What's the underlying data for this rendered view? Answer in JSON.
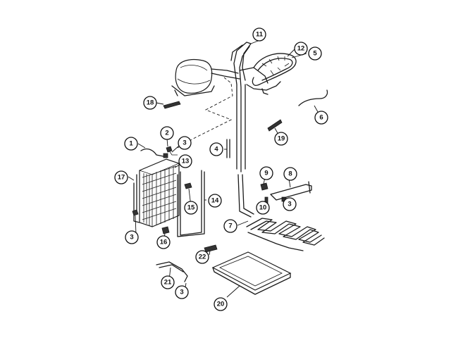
{
  "diagram": {
    "callouts": [
      {
        "id": "c1",
        "label": "1"
      },
      {
        "id": "c2",
        "label": "2"
      },
      {
        "id": "c3a",
        "label": "3"
      },
      {
        "id": "c3b",
        "label": "3"
      },
      {
        "id": "c3c",
        "label": "3"
      },
      {
        "id": "c3d",
        "label": "3"
      },
      {
        "id": "c4",
        "label": "4"
      },
      {
        "id": "c5",
        "label": "5"
      },
      {
        "id": "c6",
        "label": "6"
      },
      {
        "id": "c7",
        "label": "7"
      },
      {
        "id": "c8",
        "label": "8"
      },
      {
        "id": "c9",
        "label": "9"
      },
      {
        "id": "c10",
        "label": "10"
      },
      {
        "id": "c11",
        "label": "11"
      },
      {
        "id": "c12",
        "label": "12"
      },
      {
        "id": "c13",
        "label": "13"
      },
      {
        "id": "c14",
        "label": "14"
      },
      {
        "id": "c15",
        "label": "15"
      },
      {
        "id": "c16",
        "label": "16"
      },
      {
        "id": "c17",
        "label": "17"
      },
      {
        "id": "c18",
        "label": "18"
      },
      {
        "id": "c19",
        "label": "19"
      },
      {
        "id": "c20",
        "label": "20"
      },
      {
        "id": "c21",
        "label": "21"
      },
      {
        "id": "c22",
        "label": "22"
      }
    ]
  }
}
